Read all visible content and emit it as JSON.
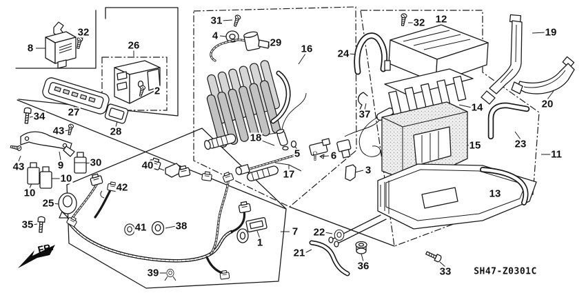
{
  "diagram": {
    "code": "SH47-Z0301C",
    "direction_label": "FR.",
    "labels": {
      "p1": "1",
      "p2": "2",
      "p3": "3",
      "p4": "4",
      "p5": "5",
      "p6": "6",
      "p7": "7",
      "p8": "8",
      "p9": "9",
      "p10a": "10",
      "p10b": "10",
      "p11": "11",
      "p12": "12",
      "p13": "13",
      "p14": "14",
      "p15": "15",
      "p16": "16",
      "p17": "17",
      "p18": "18",
      "p19": "19",
      "p20": "20",
      "p21": "21",
      "p22": "22",
      "p23": "23",
      "p24": "24",
      "p25": "25",
      "p26": "26",
      "p27": "27",
      "p28": "28",
      "p29": "29",
      "p30": "30",
      "p31": "31",
      "p32a": "32",
      "p32b": "32",
      "p33": "33",
      "p34": "34",
      "p35": "35",
      "p36": "36",
      "p37": "37",
      "p38": "38",
      "p39": "39",
      "p40": "40",
      "p41": "41",
      "p42": "42",
      "p43a": "43",
      "p43b": "43"
    },
    "colors": {
      "line": "#191919",
      "background": "#ffffff"
    }
  }
}
